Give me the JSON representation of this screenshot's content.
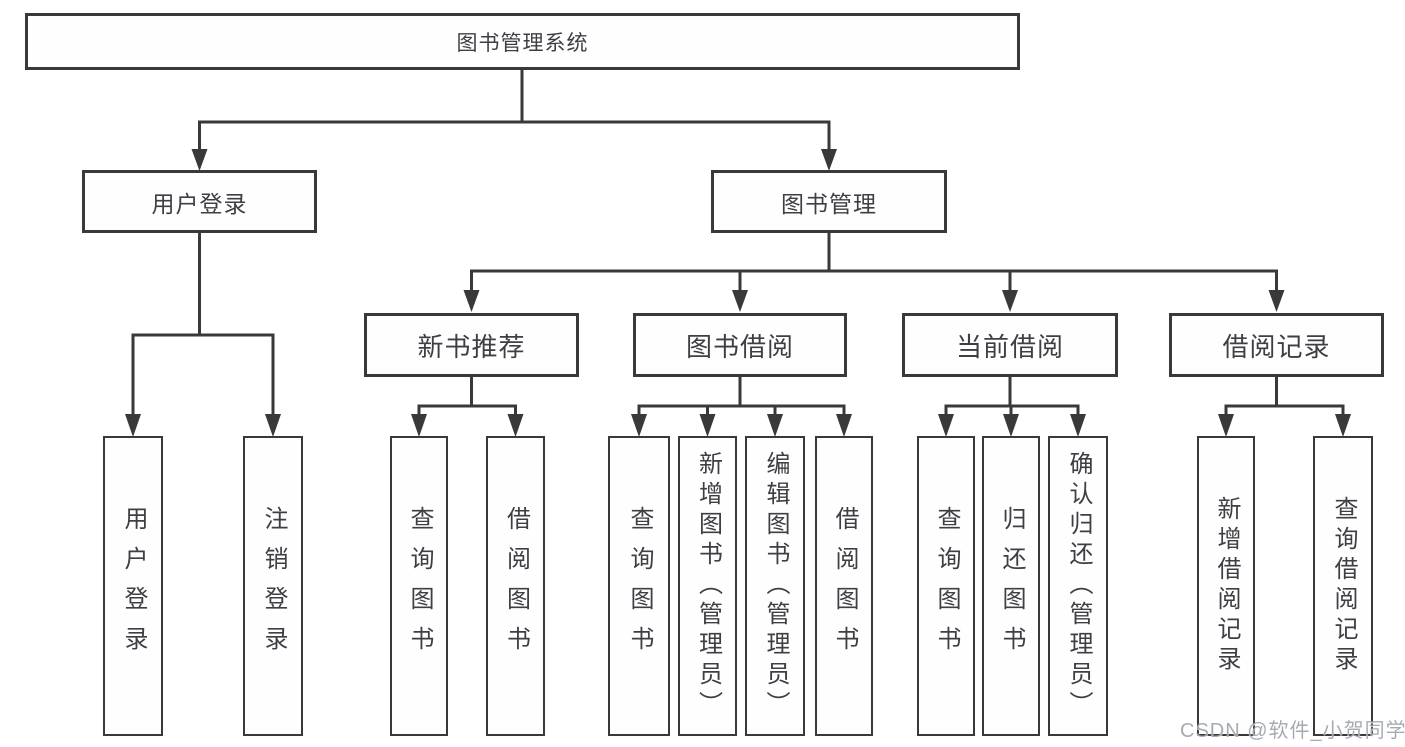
{
  "diagram": {
    "title": "图书管理系统",
    "kind": "功能结构图"
  },
  "tree": {
    "label": "图书管理系统",
    "children": [
      {
        "label": "用户登录",
        "children": [
          {
            "label": "用户登录"
          },
          {
            "label": "注销登录"
          }
        ]
      },
      {
        "label": "图书管理",
        "children": [
          {
            "label": "新书推荐",
            "children": [
              {
                "label": "查询图书"
              },
              {
                "label": "借阅图书"
              }
            ]
          },
          {
            "label": "图书借阅",
            "children": [
              {
                "label": "查询图书"
              },
              {
                "label": "新增图书（管理员）"
              },
              {
                "label": "编辑图书（管理员）"
              },
              {
                "label": "借阅图书"
              }
            ]
          },
          {
            "label": "当前借阅",
            "children": [
              {
                "label": "查询图书"
              },
              {
                "label": "归还图书"
              },
              {
                "label": "确认归还（管理员）"
              }
            ]
          },
          {
            "label": "借阅记录",
            "children": [
              {
                "label": "新增借阅记录"
              },
              {
                "label": "查询借阅记录"
              }
            ]
          }
        ]
      }
    ]
  },
  "watermark": {
    "text": "CSDN @软件_小贺同学"
  },
  "colors": {
    "line": "#39393b",
    "box_border": "#39393b",
    "text": "#3e3e44",
    "watermark": "#969ca4",
    "background": "#ffffff"
  }
}
